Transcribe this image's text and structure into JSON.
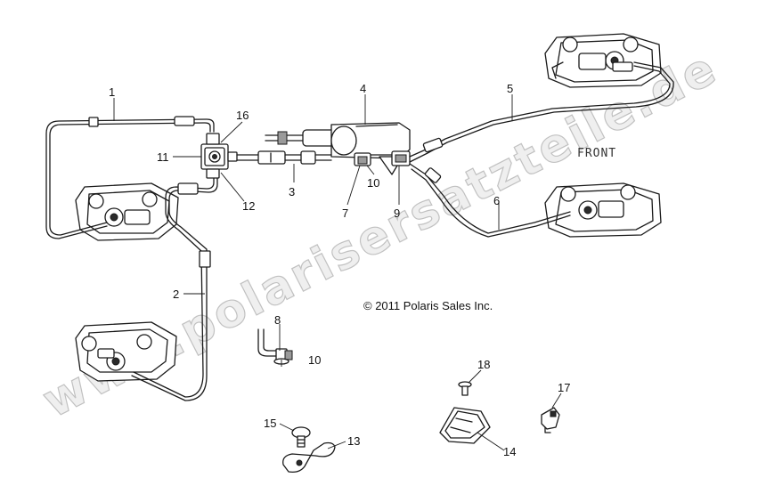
{
  "watermark": "www.polarisersatzteile.de",
  "copyright": "© 2011 Polaris Sales Inc.",
  "direction_label": "FRONT",
  "callouts": [
    "1",
    "2",
    "3",
    "4",
    "5",
    "6",
    "7",
    "8",
    "9",
    "10",
    "10",
    "11",
    "12",
    "13",
    "14",
    "15",
    "16",
    "17",
    "18"
  ]
}
